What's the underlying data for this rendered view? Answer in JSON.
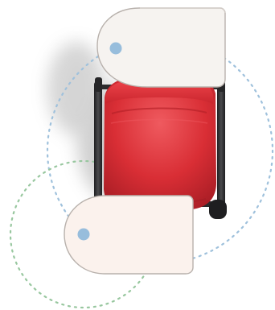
{
  "colors": {
    "background": "#ffffff",
    "tablet": "#f6f3f0",
    "tablet_lower": "#fbf2ed",
    "tablet_edge": "#b8b1ac",
    "seat_red": "#d92e35",
    "seat_red_dark": "#a81d25",
    "seat_red_light": "#ea4b51",
    "frame": "#2f2f31",
    "pivot_dot": "#97bddc",
    "swing_upper": "#9fc1dc",
    "swing_lower": "#98c79f"
  },
  "icons": {
    "seat": "tablet-arm-chair-top-view",
    "upper_pivot": "pivot-dot",
    "lower_pivot": "pivot-dot"
  }
}
